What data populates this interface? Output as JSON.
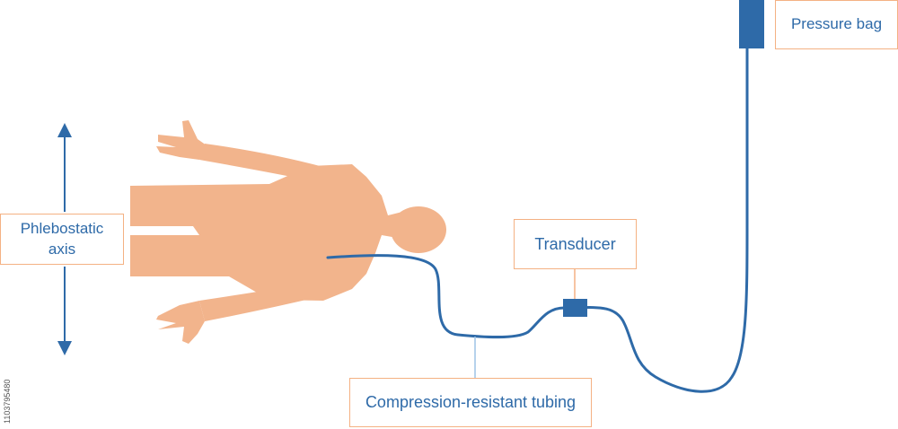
{
  "labels": {
    "phlebostatic_axis": "Phlebostatic axis",
    "transducer": "Transducer",
    "tubing": "Compression-resistant tubing",
    "pressure_bag": "Pressure bag"
  },
  "stock_id": "1103795480",
  "colors": {
    "body": "#f2b48c",
    "tubing": "#2e6aa8",
    "device": "#2e6aa8",
    "label_text": "#2e6aa8",
    "label_border": "#f4b183",
    "transducer_connector": "#f4b183",
    "tubing_connector": "#9dc3e6",
    "axis_arrow": "#2e6aa8"
  },
  "icons": {
    "body": "patient-silhouette-icon",
    "transducer": "transducer-block-icon",
    "pressure_bag": "pressure-bag-icon",
    "axis_arrows": "double-arrow-icon"
  }
}
